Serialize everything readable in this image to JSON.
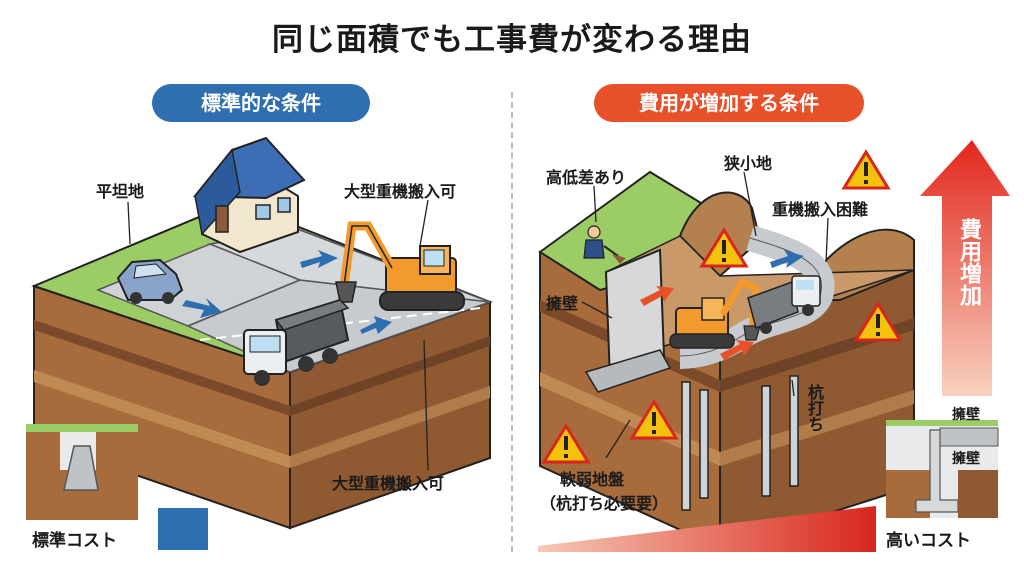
{
  "title": "同じ面積でも工事費が変わる理由",
  "left": {
    "heading": "標準的な条件",
    "labels": {
      "flat": "平坦地",
      "heavy_top": "大型重機搬入可",
      "heavy_bottom": "大型重機搬入可",
      "cost": "標準コスト"
    }
  },
  "right": {
    "heading": "費用が増加する条件",
    "labels": {
      "height_diff": "高低差あり",
      "narrow": "狭小地",
      "access_difficult": "重機搬入困難",
      "retaining_wall": "擁壁",
      "piles": "杭打ち",
      "soft_ground": "軟弱地盤",
      "soft_ground_note": "（杭打ち必要要）",
      "cost_arrow": "費用増加",
      "wall_a": "擁壁",
      "wall_b": "擁壁",
      "cost": "高いコスト"
    }
  },
  "colors": {
    "standard": "#2f6fb0",
    "increase": "#e8502a",
    "warning": "#f4c20d",
    "grass": "#9ccc65",
    "soil": "#a86b3c"
  },
  "icons": [
    "house-icon",
    "car-icon",
    "excavator-icon",
    "dump-truck-icon",
    "worker-icon",
    "warning-icon",
    "arrow-icon"
  ]
}
